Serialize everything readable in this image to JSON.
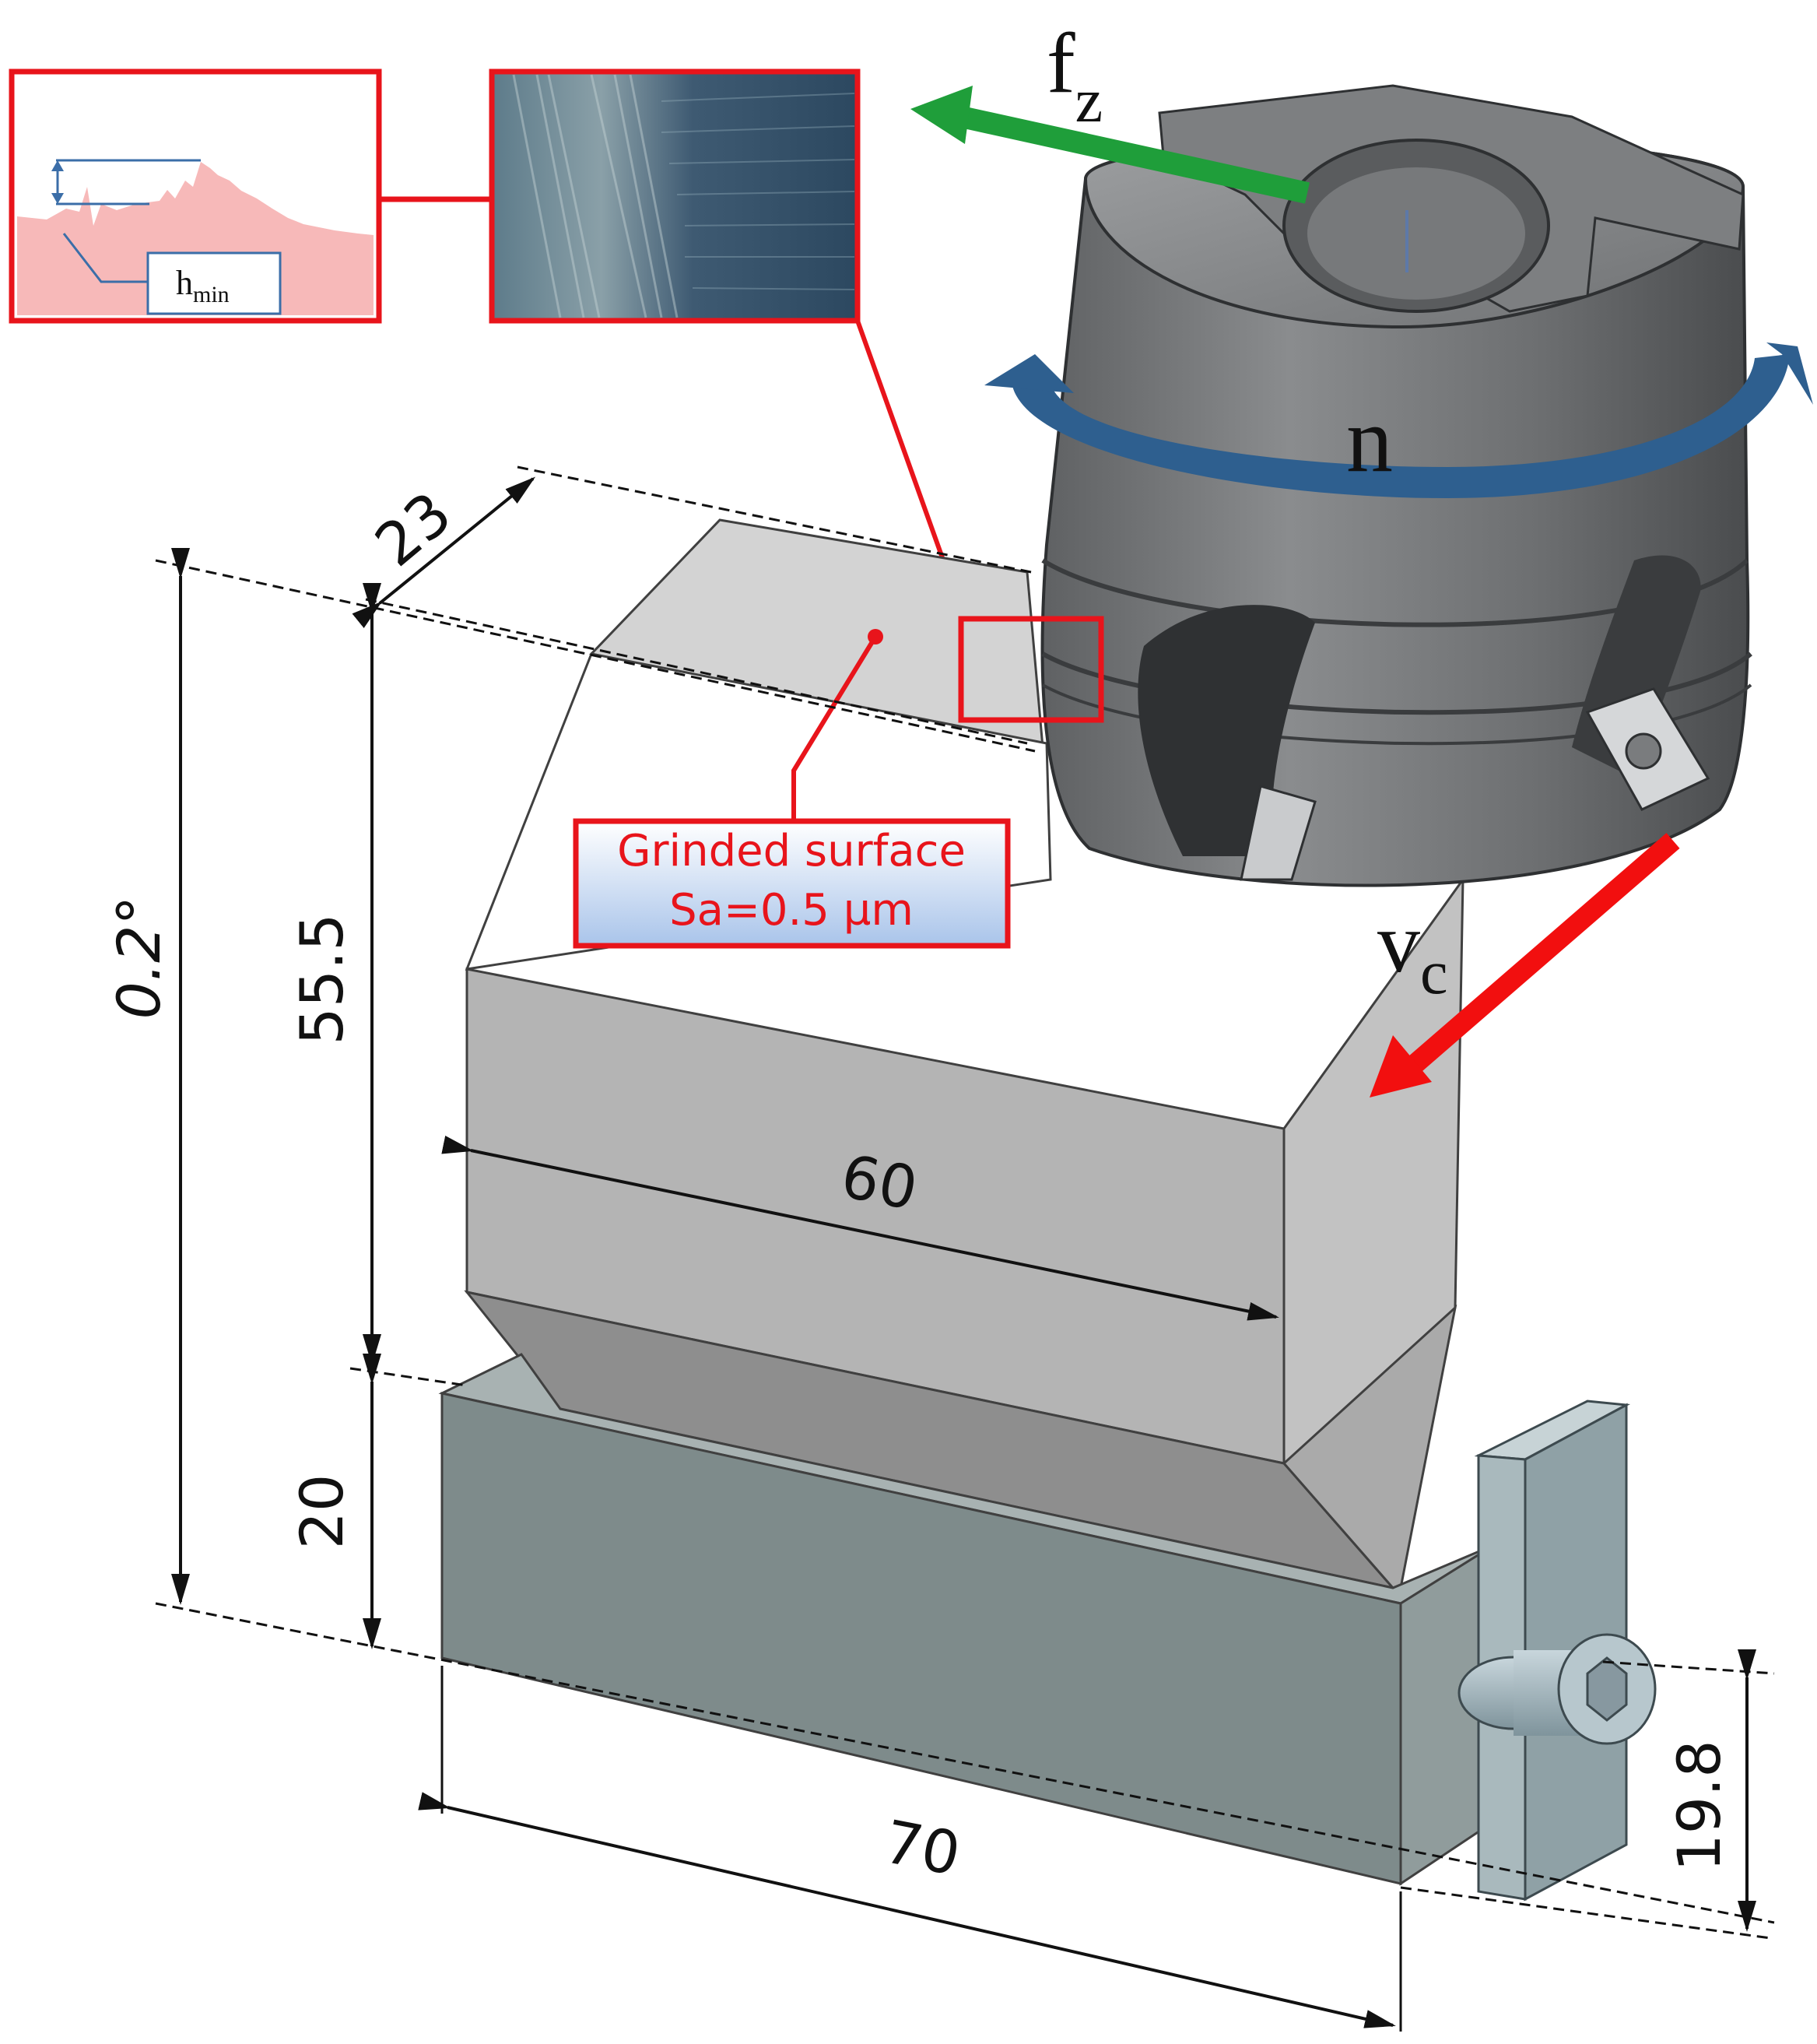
{
  "labels": {
    "fz_main": "f",
    "fz_sub": "z",
    "n": "n",
    "vc_main": "v",
    "vc_sub": "c",
    "hmin_main": "h",
    "hmin_sub": "min",
    "callout_line1": "Grinded surface",
    "callout_line2": "Sa=0.5 µm"
  },
  "dimensions": {
    "angle": "0.2°",
    "height_top": "55.5",
    "height_base": "20",
    "depth": "23",
    "width_top": "60",
    "width_base": "70",
    "clamp_height": "19.8"
  },
  "colors": {
    "callout": "#e8141b",
    "feed_arrow": "#1f9e3a",
    "speed_arrow": "#f20f0f",
    "rotation_arrow": "#2e5f8f",
    "profile_fill": "#f7b9b9"
  }
}
